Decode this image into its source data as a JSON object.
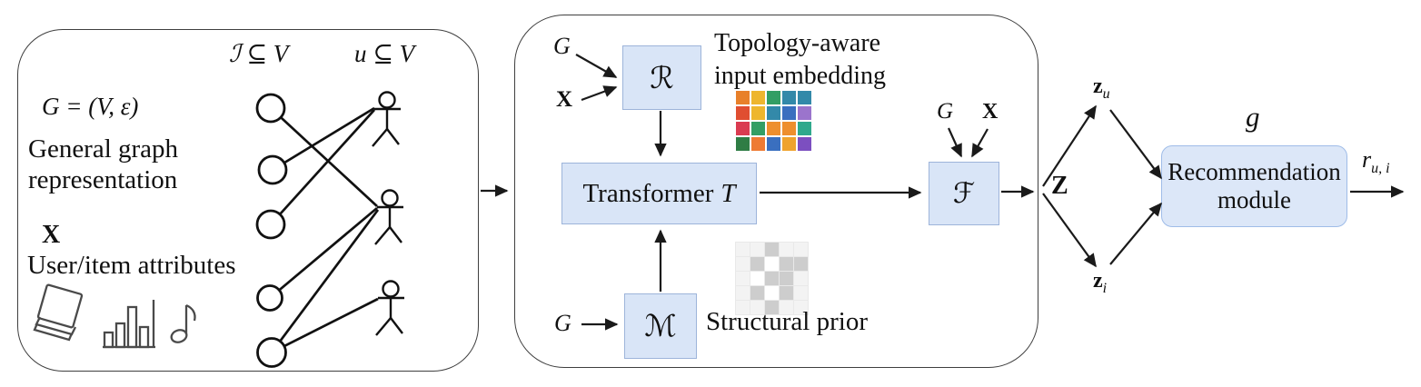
{
  "left": {
    "graph_def": "G = (V, ε)",
    "caption": [
      "General graph",
      "representation"
    ],
    "x_symbol": "X",
    "attributes_caption": "User/item attributes",
    "items_set_label": "ℐ ⊆ V",
    "users_set_label": "u ⊆ V",
    "bipartite": {
      "item_nodes": 5,
      "user_nodes": 3,
      "edges": [
        [
          1,
          2
        ],
        [
          2,
          1
        ],
        [
          3,
          1
        ],
        [
          4,
          2
        ],
        [
          5,
          2
        ],
        [
          5,
          3
        ]
      ]
    },
    "attribute_icons": [
      "book-icon",
      "bar-chart-icon",
      "music-note-icon"
    ]
  },
  "middle": {
    "g_to_r": "G",
    "x_to_r": "X",
    "r_symbol": "ℛ",
    "topo_caption": [
      "Topology-aware",
      "input embedding"
    ],
    "transformer_text": "Transformer",
    "transformer_symbol": "T",
    "g_to_m": "G",
    "m_symbol": "ℳ",
    "prior_caption": "Structural prior",
    "g_to_f": "G",
    "x_to_f": "X",
    "f_symbol": "ℱ",
    "embedding_grid": [
      [
        "#E8802A",
        "#EEB62E",
        "#339E64",
        "#3389A9",
        "#3389A9"
      ],
      [
        "#E04E31",
        "#EEB62E",
        "#3389A9",
        "#3A6FBF",
        "#9B74CC"
      ],
      [
        "#DA3B51",
        "#339E64",
        "#EE8F2E",
        "#EE8F2E",
        "#2FA98C"
      ],
      [
        "#2F7D45",
        "#EE7A33",
        "#3A6FBF",
        "#EFA32E",
        "#7C4FC0"
      ]
    ],
    "prior_grid": [
      [
        "L",
        "L",
        "M",
        "L",
        "L"
      ],
      [
        "L",
        "M",
        "W",
        "M",
        "M"
      ],
      [
        "L",
        "W",
        "M",
        "M",
        "L"
      ],
      [
        "L",
        "M",
        "W",
        "M",
        "L"
      ],
      [
        "L",
        "L",
        "M",
        "L",
        "L"
      ]
    ]
  },
  "right": {
    "z_label": "Z",
    "zu": {
      "base": "z",
      "sub": "u"
    },
    "zi": {
      "base": "z",
      "sub": "i"
    },
    "g_function": "g",
    "rec_module": [
      "Recommendation",
      "module"
    ],
    "output": {
      "base": "r",
      "sub": "u, i"
    }
  },
  "colors": {
    "module_fill": "#d9e5f7",
    "module_border": "#9db4da",
    "rec_fill": "#dce7f8",
    "rec_border": "#9fbce8",
    "shades": {
      "W": "#ffffff",
      "L": "#f3f3f3",
      "M": "#cdcdcd"
    }
  }
}
